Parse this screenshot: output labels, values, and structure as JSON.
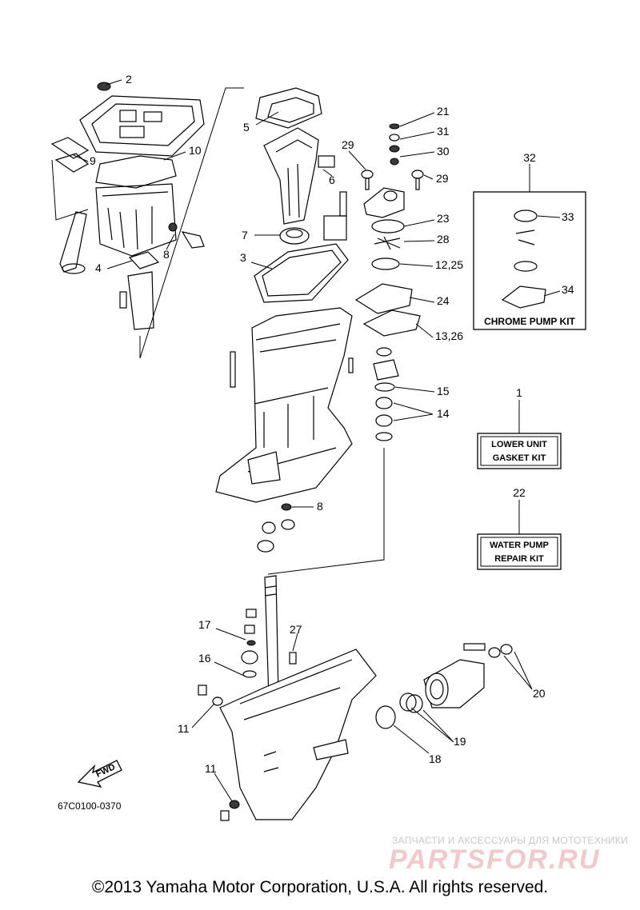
{
  "callouts": [
    {
      "id": "2",
      "text": "2"
    },
    {
      "id": "5",
      "text": "5"
    },
    {
      "id": "10",
      "text": "10"
    },
    {
      "id": "9",
      "text": "9"
    },
    {
      "id": "6",
      "text": "6"
    },
    {
      "id": "7",
      "text": "7"
    },
    {
      "id": "8a",
      "text": "8"
    },
    {
      "id": "3",
      "text": "3"
    },
    {
      "id": "4",
      "text": "4"
    },
    {
      "id": "21",
      "text": "21"
    },
    {
      "id": "31",
      "text": "31"
    },
    {
      "id": "30",
      "text": "30"
    },
    {
      "id": "29a",
      "text": "29"
    },
    {
      "id": "29b",
      "text": "29"
    },
    {
      "id": "23",
      "text": "23"
    },
    {
      "id": "28",
      "text": "28"
    },
    {
      "id": "12_25",
      "text": "12,25"
    },
    {
      "id": "24",
      "text": "24"
    },
    {
      "id": "13_26",
      "text": "13,26"
    },
    {
      "id": "15",
      "text": "15"
    },
    {
      "id": "14",
      "text": "14"
    },
    {
      "id": "8b",
      "text": "8"
    },
    {
      "id": "32",
      "text": "32"
    },
    {
      "id": "33",
      "text": "33"
    },
    {
      "id": "34",
      "text": "34"
    },
    {
      "id": "1",
      "text": "1"
    },
    {
      "id": "22",
      "text": "22"
    },
    {
      "id": "17",
      "text": "17"
    },
    {
      "id": "27",
      "text": "27"
    },
    {
      "id": "16",
      "text": "16"
    },
    {
      "id": "11a",
      "text": "11"
    },
    {
      "id": "11b",
      "text": "11"
    },
    {
      "id": "20",
      "text": "20"
    },
    {
      "id": "19",
      "text": "19"
    },
    {
      "id": "18",
      "text": "18"
    }
  ],
  "chrome_pump_kit": {
    "title": "CHROME PUMP KIT"
  },
  "lower_unit_gasket_kit": {
    "line1": "LOWER UNIT",
    "line2": "GASKET KIT"
  },
  "water_pump_repair_kit": {
    "line1": "WATER PUMP",
    "line2": "REPAIR KIT"
  },
  "fwd_arrow": {
    "text": "FWD"
  },
  "diagram_number": "67C0100-0370",
  "copyright": "©2013 Yamaha Motor Corporation, U.S.A. All rights reserved.",
  "watermark": {
    "tagline": "ЗАПЧАСТИ И АКСЕССУАРЫ ДЛЯ МОТОТЕХНИКИ",
    "brand": "PARTSFOR.RU"
  }
}
